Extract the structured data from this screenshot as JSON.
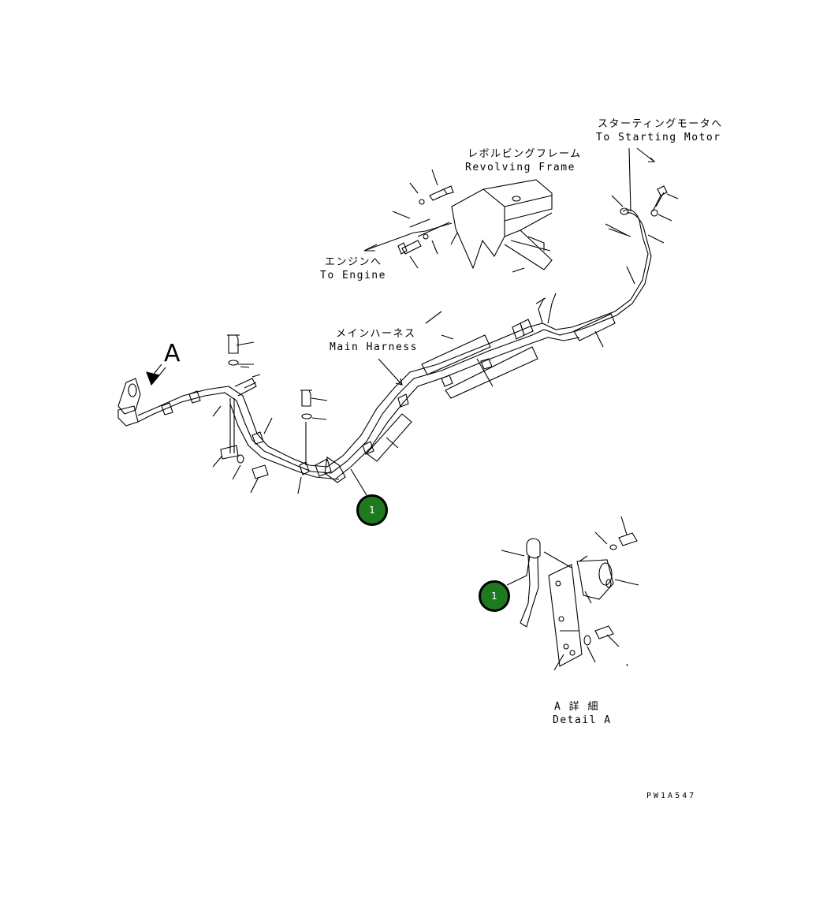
{
  "labels": {
    "starting_motor_jp": "スターティングモータへ",
    "starting_motor_en": "To Starting Motor",
    "revolving_frame_jp": "レボルビングフレーム",
    "revolving_frame_en": "Revolving Frame",
    "engine_jp": "エンジンへ",
    "engine_en": "To Engine",
    "main_harness_jp": "メインハーネス",
    "main_harness_en": "Main Harness",
    "view_letter": "A",
    "detail_jp": "A 詳 細",
    "detail_en": "Detail A",
    "drawing_code": "PW1A547"
  },
  "callouts": [
    {
      "number": "1"
    },
    {
      "number": "1"
    }
  ],
  "colors": {
    "callout_fill": "#1e7a1e",
    "line": "#000000"
  }
}
